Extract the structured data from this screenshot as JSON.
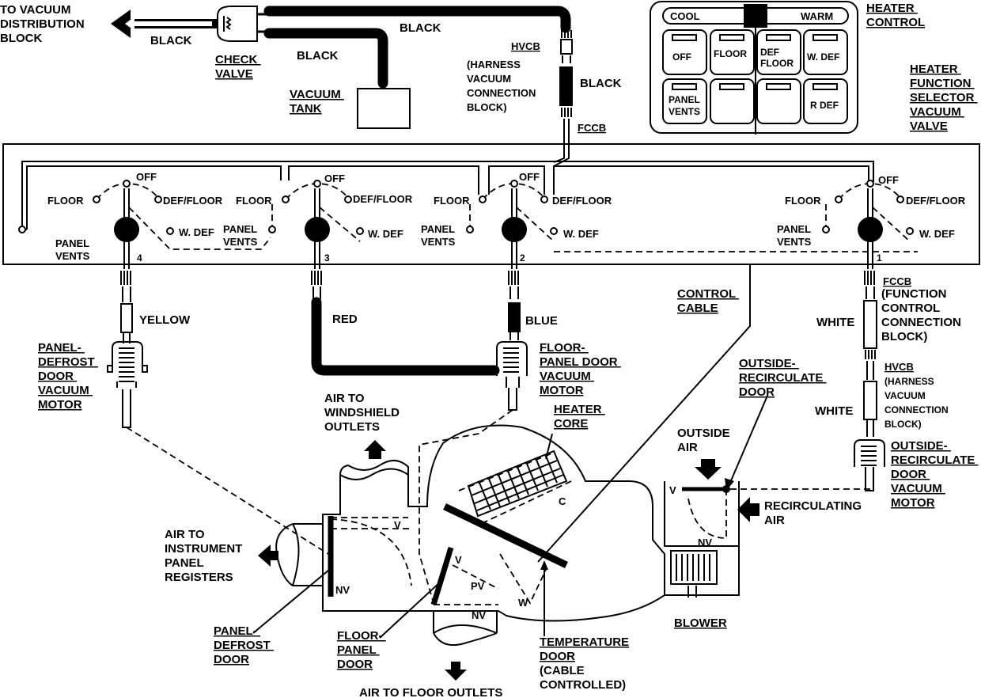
{
  "labels": {
    "to_vacuum_block": [
      "TO VACUUM",
      "DISTRIBUTION",
      "BLOCK"
    ],
    "black_1": "BLACK",
    "black_2": "BLACK",
    "black_3": "BLACK",
    "black_4": "BLACK",
    "check_valve": [
      "CHECK",
      "VALVE"
    ],
    "vacuum_tank": [
      "VACUUM",
      "TANK"
    ],
    "hvcb_top": "HVCB",
    "hvcb_top_desc": [
      "(HARNESS",
      "VACUUM",
      "CONNECTION",
      "BLOCK)"
    ],
    "fccb_top": "FCCB",
    "heater_control": [
      "HEATER",
      "CONTROL"
    ],
    "cool": "COOL",
    "warm": "WARM",
    "buttons": [
      "OFF",
      "FLOOR",
      "DEF FLOOR",
      "W. DEF",
      "PANEL VENTS",
      "",
      "",
      "R DEF"
    ],
    "heater_function": [
      "HEATER",
      "FUNCTION",
      "SELECTOR",
      "VACUUM",
      "VALVE"
    ],
    "off": "OFF",
    "floor": "FLOOR",
    "def_floor": "DEF/FLOOR",
    "panel": "PANEL",
    "vents": "VENTS",
    "w_def": "W. DEF",
    "port_numbers": [
      "4",
      "3",
      "2",
      "1"
    ],
    "control_cable": [
      "CONTROL",
      "CABLE"
    ],
    "yellow": "YELLOW",
    "red": "RED",
    "blue": "BLUE",
    "white_1": "WHITE",
    "white_2": "WHITE",
    "fccb_right": "FCCB",
    "fccb_right_desc": [
      "(FUNCTION",
      "CONTROL",
      "CONNECTION",
      "BLOCK)"
    ],
    "hvcb_right": "HVCB",
    "hvcb_right_desc": [
      "(HARNESS",
      "VACUUM",
      "CONNECTION",
      "BLOCK)"
    ],
    "panel_defrost_motor": [
      "PANEL-",
      "DEFROST",
      "DOOR",
      "VACUUM",
      "MOTOR"
    ],
    "floor_panel_motor": [
      "FLOOR-",
      "PANEL DOOR",
      "VACUUM",
      "MOTOR"
    ],
    "outside_recirc_door": [
      "OUTSIDE-",
      "RECIRCULATE",
      "DOOR"
    ],
    "outside_recirc_motor": [
      "OUTSIDE-",
      "RECIRCULATE",
      "DOOR",
      "VACUUM",
      "MOTOR"
    ],
    "air_windshield": [
      "AIR TO",
      "WINDSHIELD",
      "OUTLETS"
    ],
    "heater_core": [
      "HEATER",
      "CORE"
    ],
    "outside_air": [
      "OUTSIDE",
      "AIR"
    ],
    "recirc_air": [
      "RECIRCULATING",
      "AIR"
    ],
    "air_instrument": [
      "AIR TO",
      "INSTRUMENT",
      "PANEL",
      "REGISTERS"
    ],
    "panel_defrost_door": [
      "PANEL-",
      "DEFROST",
      "DOOR"
    ],
    "floor_panel_door": [
      "FLOOR-",
      "PANEL",
      "DOOR"
    ],
    "temperature_door": [
      "TEMPERATURE",
      "DOOR",
      "(CABLE",
      "CONTROLLED)"
    ],
    "blower": "BLOWER",
    "air_floor": "AIR TO FLOOR OUTLETS",
    "letter_v": "V",
    "letter_nv": "NV",
    "letter_pv": "PV",
    "letter_w": "W",
    "letter_c": "C"
  }
}
